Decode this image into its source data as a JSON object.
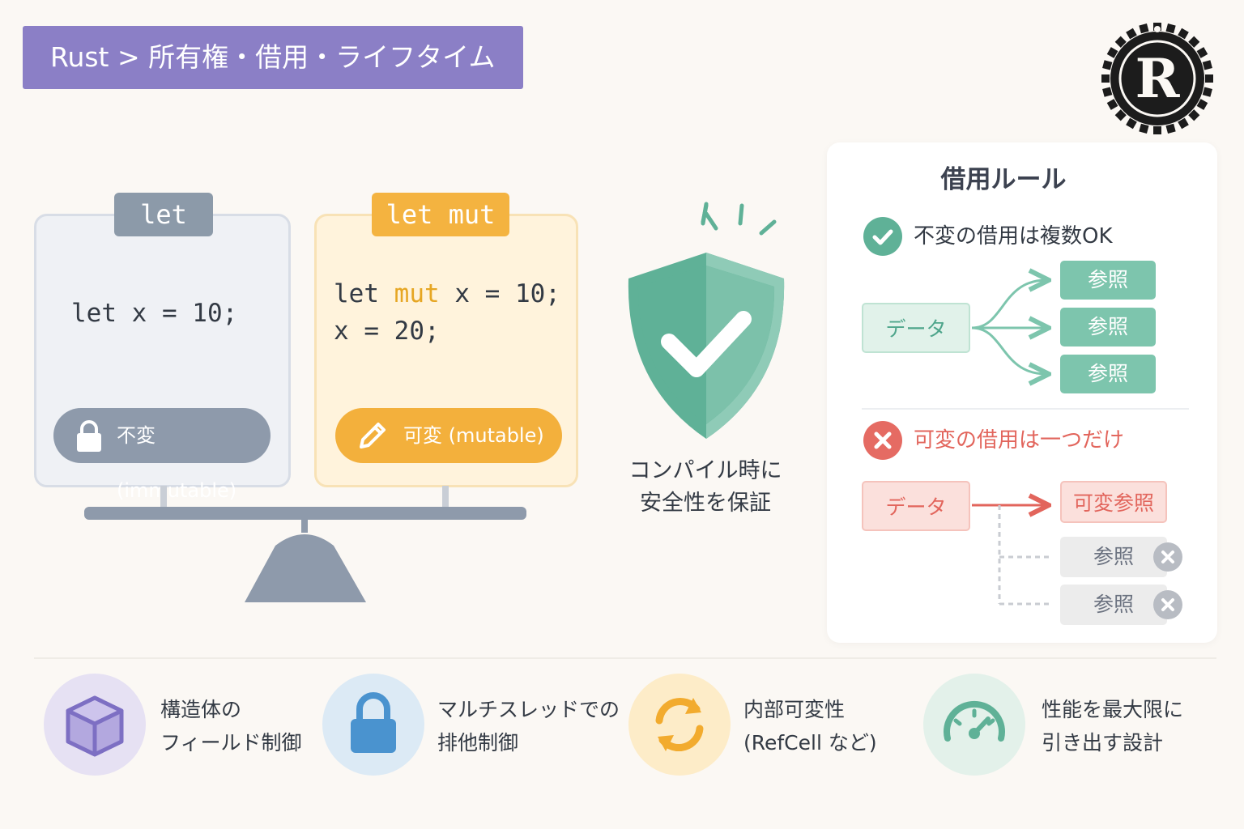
{
  "header": {
    "title": "Rust > 所有権・借用・ライフタイム"
  },
  "logo": {
    "name": "rust-logo",
    "letter": "R"
  },
  "let_card": {
    "tag": "let",
    "code": "let x = 10;",
    "badge": "不変 (immutable)",
    "icon": "lock-icon"
  },
  "mut_card": {
    "tag": "let mut",
    "code_line1_a": "let ",
    "code_line1_kw": "mut",
    "code_line1_b": " x = 10;",
    "code_line2": "x = 20;",
    "badge": "可変 (mutable)",
    "icon": "pencil-icon"
  },
  "shield": {
    "caption_line1": "コンパイル時に",
    "caption_line2": "安全性を保証"
  },
  "rules": {
    "title": "借用ルール",
    "immutable": {
      "heading": "不変の借用は複数OK",
      "data_label": "データ",
      "refs": [
        "参照",
        "参照",
        "参照"
      ]
    },
    "mutable": {
      "heading": "可変の借用は一つだけ",
      "data_label": "データ",
      "mut_ref": "可変参照",
      "blocked_refs": [
        "参照",
        "参照"
      ]
    }
  },
  "features": [
    {
      "line1": "構造体の",
      "line2": "フィールド制御",
      "icon": "cube-icon",
      "color": "#e6e1f3"
    },
    {
      "line1": "マルチスレッドでの",
      "line2": "排他制御",
      "icon": "lock-icon",
      "color": "#dceaf5"
    },
    {
      "line1": "内部可変性",
      "line2": "(RefCell など)",
      "icon": "refresh-icon",
      "color": "#fdecc8"
    },
    {
      "line1": "性能を最大限に",
      "line2": "引き出す設計",
      "icon": "gauge-icon",
      "color": "#e3f1ea"
    }
  ],
  "colors": {
    "banner": "#8b7fc6",
    "immutable": "#8e9aab",
    "mutable": "#f3b03c",
    "ok": "#5fb197",
    "ng": "#e56b63"
  }
}
